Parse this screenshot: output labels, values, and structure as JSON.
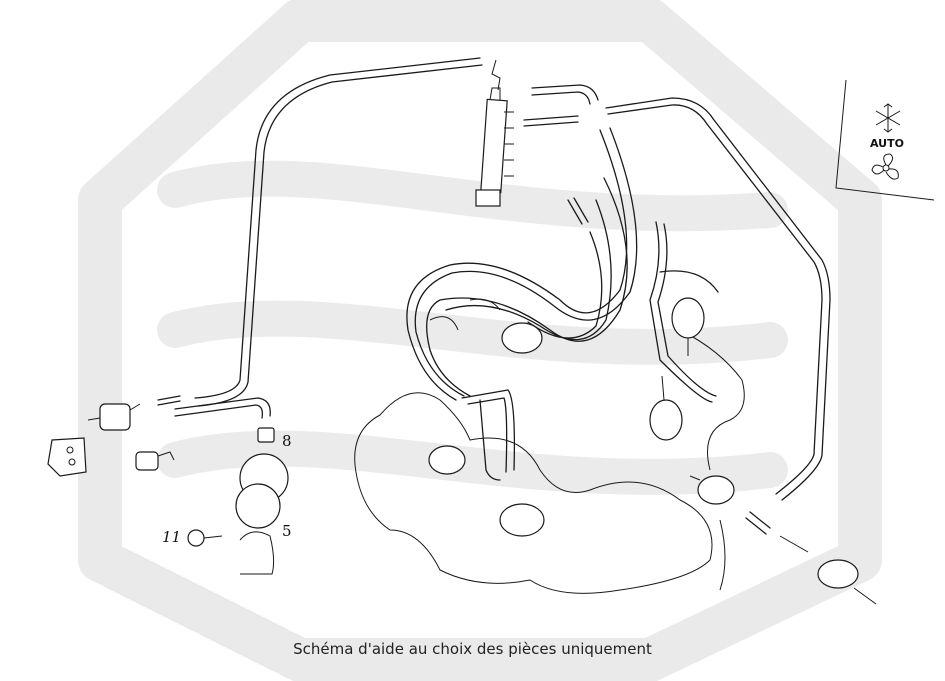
{
  "diagram": {
    "caption": "Schéma d'aide au choix des pièces uniquement",
    "callouts": [
      {
        "id": "8",
        "label": "8"
      },
      {
        "id": "5",
        "label": "5"
      },
      {
        "id": "11",
        "label": "11"
      }
    ],
    "climate_badge": {
      "mode_label": "AUTO",
      "icons": [
        "snowflake-icon",
        "fan-icon"
      ]
    },
    "watermark_color": "#e6e6e6",
    "line_color": "#1a1a1a"
  }
}
